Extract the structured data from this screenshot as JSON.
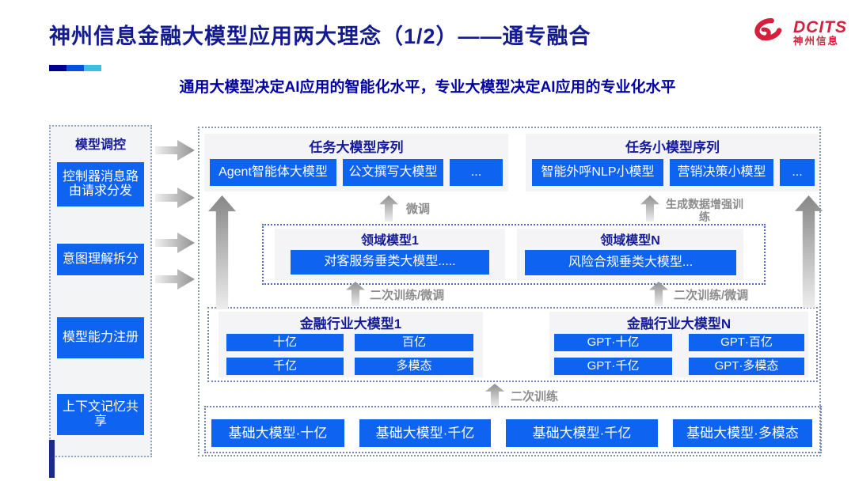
{
  "header": {
    "title": "神州信息金融大模型应用两大理念（1/2）——通专融合",
    "subtitle": "通用大模型决定AI应用的智能化水平，专业大模型决定AI应用的专业化水平",
    "logo": {
      "brand": "DCITS",
      "company": "神州信息"
    }
  },
  "sidebar": {
    "title": "模型调控",
    "items": [
      "控制器消息路由请求分发",
      "意图理解拆分",
      "模型能力注册",
      "上下文记忆共享"
    ]
  },
  "task_large": {
    "title": "任务大模型序列",
    "items": [
      "Agent智能体大模型",
      "公文撰写大模型",
      "..."
    ]
  },
  "task_small": {
    "title": "任务小模型序列",
    "items": [
      "智能外呼NLP小模型",
      "营销决策小模型",
      "..."
    ]
  },
  "domain_1": {
    "title": "领域模型1",
    "model": "对客服务垂类大模型....."
  },
  "domain_n": {
    "title": "领域模型N",
    "model": "风险合规垂类大模型..."
  },
  "industry_1": {
    "title": "金融行业大模型1",
    "items": [
      "十亿",
      "百亿",
      "千亿",
      "多模态"
    ]
  },
  "industry_n": {
    "title": "金融行业大模型N",
    "items": [
      "GPT·十亿",
      "GPT·百亿",
      "GPT·千亿",
      "GPT·多模态"
    ]
  },
  "base_models": {
    "items": [
      "基础大模型·十亿",
      "基础大模型·千亿",
      "基础大模型·千亿",
      "基础大模型·多模态"
    ]
  },
  "arrow_labels": {
    "finetune": "微调",
    "gen_data_training": "生成数据增强训练",
    "secondary_left": "二次训练/微调",
    "secondary_right": "二次训练/微调",
    "secondary_bottom": "二次训练"
  },
  "colors": {
    "accent_blue": "#0e63f1",
    "navy_text": "#151a99",
    "title_navy": "#141b8f",
    "subtitle_blue": "#0000a6",
    "brand_red": "#d51f3c",
    "arrow_gray": "#8c8c8c"
  }
}
